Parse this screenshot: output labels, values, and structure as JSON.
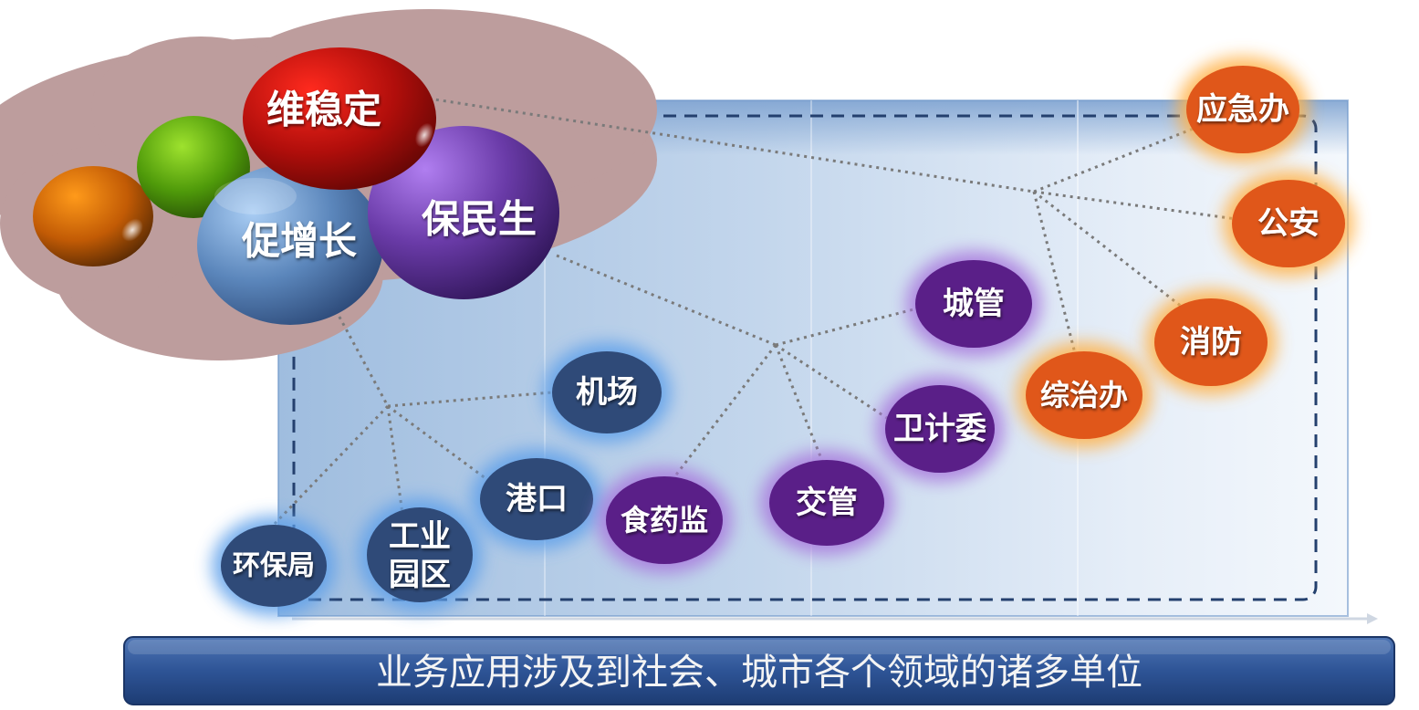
{
  "goals": [
    {
      "id": "weiwending",
      "label": "维稳定"
    },
    {
      "id": "cuzengzhang",
      "label": "促增长"
    },
    {
      "id": "baominsheng",
      "label": "保民生"
    }
  ],
  "groups": {
    "economy": {
      "color": "#2f4a78",
      "glow": "#5fa0ea",
      "units": [
        {
          "id": "jichang",
          "label": "机场"
        },
        {
          "id": "gangkou",
          "label": "港口"
        },
        {
          "id": "gongye",
          "label": "工业",
          "label2": "园区"
        },
        {
          "id": "huanbao",
          "label": "环保局"
        }
      ]
    },
    "livelihood": {
      "color": "#5a1f88",
      "glow": "#a878dd",
      "units": [
        {
          "id": "chengguan",
          "label": "城管"
        },
        {
          "id": "weijiwei",
          "label": "卫计委"
        },
        {
          "id": "jiaoguan",
          "label": "交管"
        },
        {
          "id": "shiyaojian",
          "label": "食药监"
        }
      ]
    },
    "stability": {
      "color": "#e0571a",
      "glow": "#ffb24a",
      "units": [
        {
          "id": "yingjiban",
          "label": "应急办"
        },
        {
          "id": "gongan",
          "label": "公安"
        },
        {
          "id": "xiaofang",
          "label": "消防"
        },
        {
          "id": "zongzhiban",
          "label": "综治办"
        }
      ]
    }
  },
  "banner": {
    "text": "业务应用涉及到社会、城市各个领域的诸多单位"
  }
}
